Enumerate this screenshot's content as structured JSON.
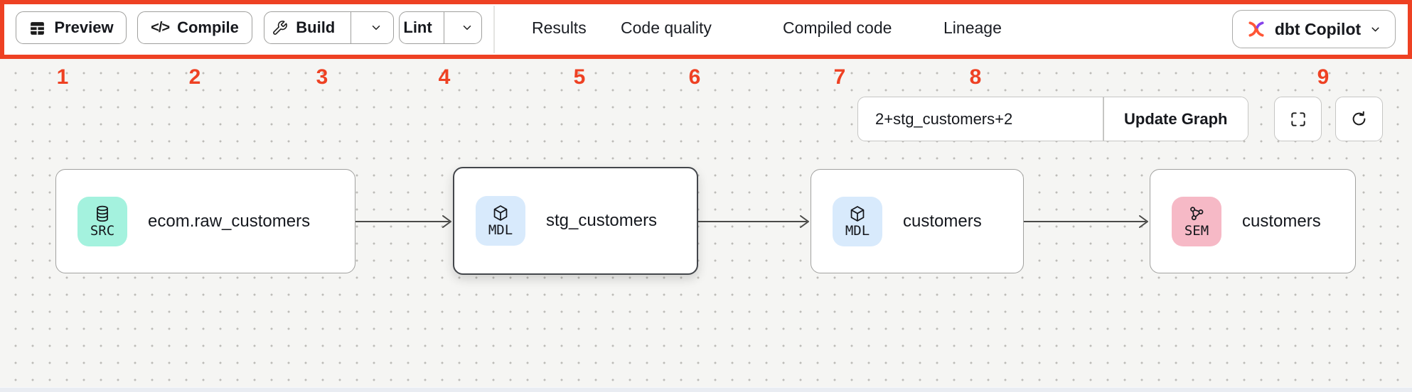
{
  "annotation": {
    "highlight_color": "#ee4123",
    "numbers": [
      "1",
      "2",
      "3",
      "4",
      "5",
      "6",
      "7",
      "8",
      "9"
    ]
  },
  "toolbar": {
    "preview_label": "Preview",
    "compile_label": "Compile",
    "build_label": "Build",
    "lint_label": "Lint",
    "tabs": [
      {
        "label": "Results",
        "active": false
      },
      {
        "label": "Code quality",
        "active": false
      },
      {
        "label": "Compiled code",
        "active": false
      },
      {
        "label": "Lineage",
        "active": true
      }
    ],
    "copilot_label": "dbt Copilot",
    "copilot_colors": {
      "orange": "#ff5636",
      "purple": "#8643ea"
    }
  },
  "lineage": {
    "selector_value": "2+stg_customers+2",
    "update_button_label": "Update Graph",
    "nodes": [
      {
        "badge": "SRC",
        "badge_color": "#a4f2de",
        "title": "ecom.raw_customers",
        "type": "source",
        "selected": false
      },
      {
        "badge": "MDL",
        "badge_color": "#d8eafc",
        "title": "stg_customers",
        "type": "model",
        "selected": true
      },
      {
        "badge": "MDL",
        "badge_color": "#d8eafc",
        "title": "customers",
        "type": "model",
        "selected": false
      },
      {
        "badge": "SEM",
        "badge_color": "#f6b9c6",
        "title": "customers",
        "type": "semantic_model",
        "selected": false
      }
    ]
  }
}
